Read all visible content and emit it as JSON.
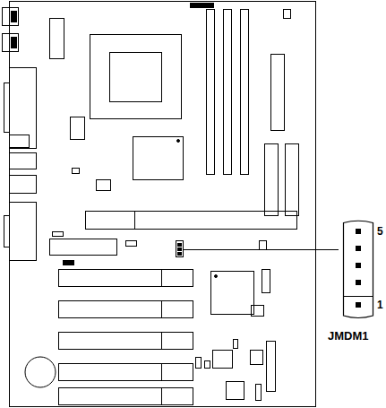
{
  "diagram": {
    "labels": [
      "5",
      "1",
      "JMDM1"
    ]
  }
}
